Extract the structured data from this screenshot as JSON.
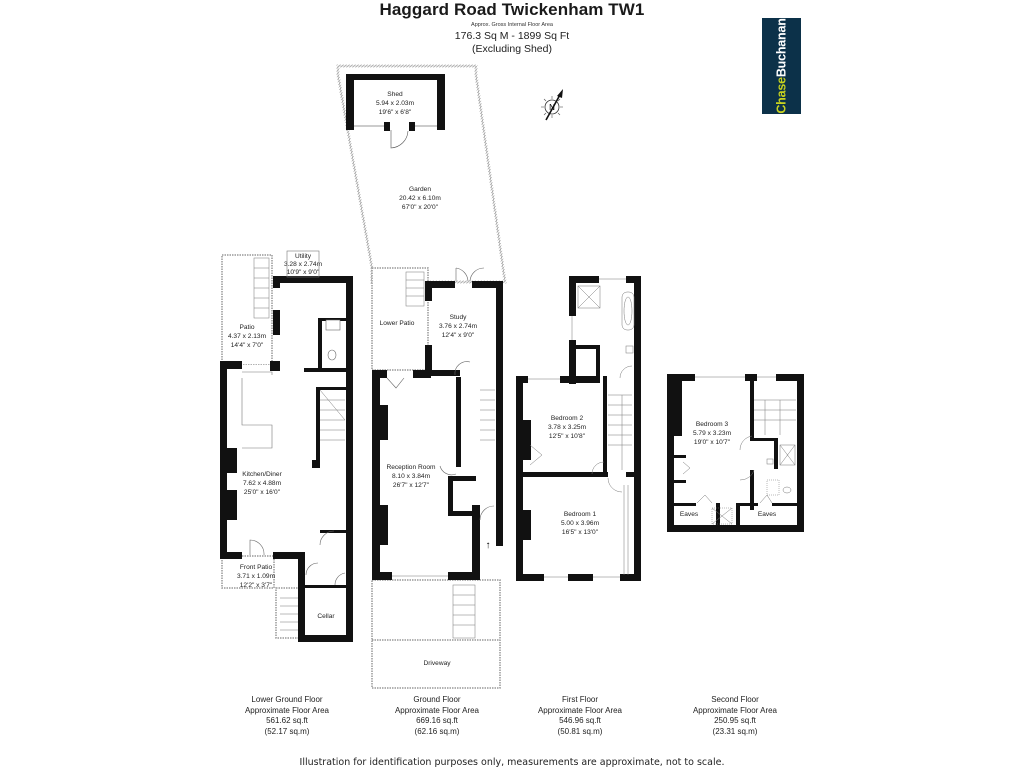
{
  "header": {
    "title": "Haggard Road Twickenham TW1",
    "area_caption": "Approx. Gross Internal Floor Area",
    "total_area": "176.3 Sq M - 1899 Sq Ft",
    "area_note": "(Excluding Shed)"
  },
  "logo": {
    "part1": "Chase",
    "part2": "Buchanan",
    "bg_color": "#0c3149",
    "accent_color": "#c7d21f"
  },
  "compass": {
    "label": "N"
  },
  "rooms": {
    "shed": {
      "name": "Shed",
      "metric": "5.94 x 2.03m",
      "imperial": "19'6\" x 6'8\""
    },
    "garden": {
      "name": "Garden",
      "metric": "20.42 x 6.10m",
      "imperial": "67'0\" x 20'0\""
    },
    "utility": {
      "name": "Utility",
      "metric": "3.28 x 2.74m",
      "imperial": "10'9\" x 9'0\""
    },
    "patio": {
      "name": "Patio",
      "metric": "4.37 x 2.13m",
      "imperial": "14'4\" x 7'0\""
    },
    "kitchen": {
      "name": "Kitchen/Diner",
      "metric": "7.62 x 4.88m",
      "imperial": "25'0\" x 16'0\""
    },
    "front_patio": {
      "name": "Front Patio",
      "metric": "3.71 x 1.09m",
      "imperial": "12'2\" x 3'7\""
    },
    "cellar": {
      "name": "Cellar"
    },
    "lower_patio": {
      "name": "Lower Patio"
    },
    "study": {
      "name": "Study",
      "metric": "3.76 x 2.74m",
      "imperial": "12'4\" x 9'0\""
    },
    "reception": {
      "name": "Reception Room",
      "metric": "8.10 x 3.84m",
      "imperial": "26'7\" x 12'7\""
    },
    "driveway": {
      "name": "Driveway"
    },
    "bedroom2": {
      "name": "Bedroom 2",
      "metric": "3.78 x 3.25m",
      "imperial": "12'5\" x 10'8\""
    },
    "bedroom1": {
      "name": "Bedroom 1",
      "metric": "5.00 x 3.96m",
      "imperial": "16'5\" x 13'0\""
    },
    "bedroom3": {
      "name": "Bedroom 3",
      "metric": "5.79 x 3.23m",
      "imperial": "19'0\" x 10'7\""
    },
    "eaves_left": {
      "name": "Eaves"
    },
    "eaves_right": {
      "name": "Eaves"
    }
  },
  "floors": [
    {
      "name": "Lower Ground Floor",
      "caption": "Approximate Floor Area",
      "sqft": "561.62 sq.ft",
      "sqm": "(52.17 sq.m)"
    },
    {
      "name": "Ground Floor",
      "caption": "Approximate Floor Area",
      "sqft": "669.16 sq.ft",
      "sqm": "(62.16 sq.m)"
    },
    {
      "name": "First Floor",
      "caption": "Approximate Floor Area",
      "sqft": "546.96 sq.ft",
      "sqm": "(50.81 sq.m)"
    },
    {
      "name": "Second Floor",
      "caption": "Approximate Floor Area",
      "sqft": "250.95 sq.ft",
      "sqm": "(23.31 sq.m)"
    }
  ],
  "footer": {
    "disclaimer": "Illustration for identification purposes only, measurements are approximate, not to scale."
  }
}
